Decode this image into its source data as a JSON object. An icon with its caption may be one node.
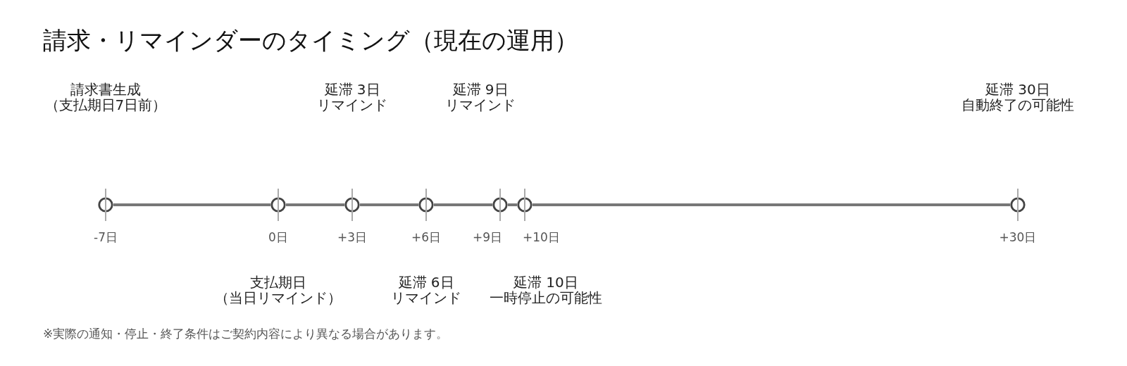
{
  "diagram": {
    "title": "請求・リマインダーのタイミング（現在の運用）",
    "nodes": [
      {
        "text": [],
        "shape": "circle",
        "beside": [
          "-7日",
          "請求書生成",
          "（支払期日7日前）"
        ]
      },
      {
        "text": [],
        "shape": "circle",
        "beside": [
          "0日",
          "支払期日",
          "（当日リマインド）"
        ]
      },
      {
        "text": [],
        "shape": "circle",
        "beside": [
          "+3日",
          "延滞 3日",
          "リマインド"
        ]
      },
      {
        "text": [],
        "shape": "circle",
        "beside": [
          "+6日",
          "延滞 6日",
          "リマインド"
        ]
      },
      {
        "text": [],
        "shape": "circle",
        "beside": [
          "+9日",
          "延滞 9日",
          "リマインド"
        ]
      },
      {
        "text": [],
        "shape": "circle",
        "beside": [
          "+10日",
          "延滞 10日",
          "一時停止の可能性"
        ]
      },
      {
        "text": [],
        "shape": "circle",
        "beside": [
          "+30日",
          "延滞 30日",
          "自動終了の可能性"
        ]
      }
    ],
    "edges": [
      {
        "from": 0,
        "to": 1,
        "arrow": "none"
      },
      {
        "from": 1,
        "to": 2,
        "arrow": "none"
      },
      {
        "from": 2,
        "to": 3,
        "arrow": "none"
      },
      {
        "from": 3,
        "to": 4,
        "arrow": "none"
      },
      {
        "from": 4,
        "to": 5,
        "arrow": "none"
      },
      {
        "from": 5,
        "to": 6,
        "arrow": "none"
      }
    ],
    "labels": [
      "※実際の通知・停止・終了条件はご契約内容により異なる場合があります。"
    ]
  }
}
